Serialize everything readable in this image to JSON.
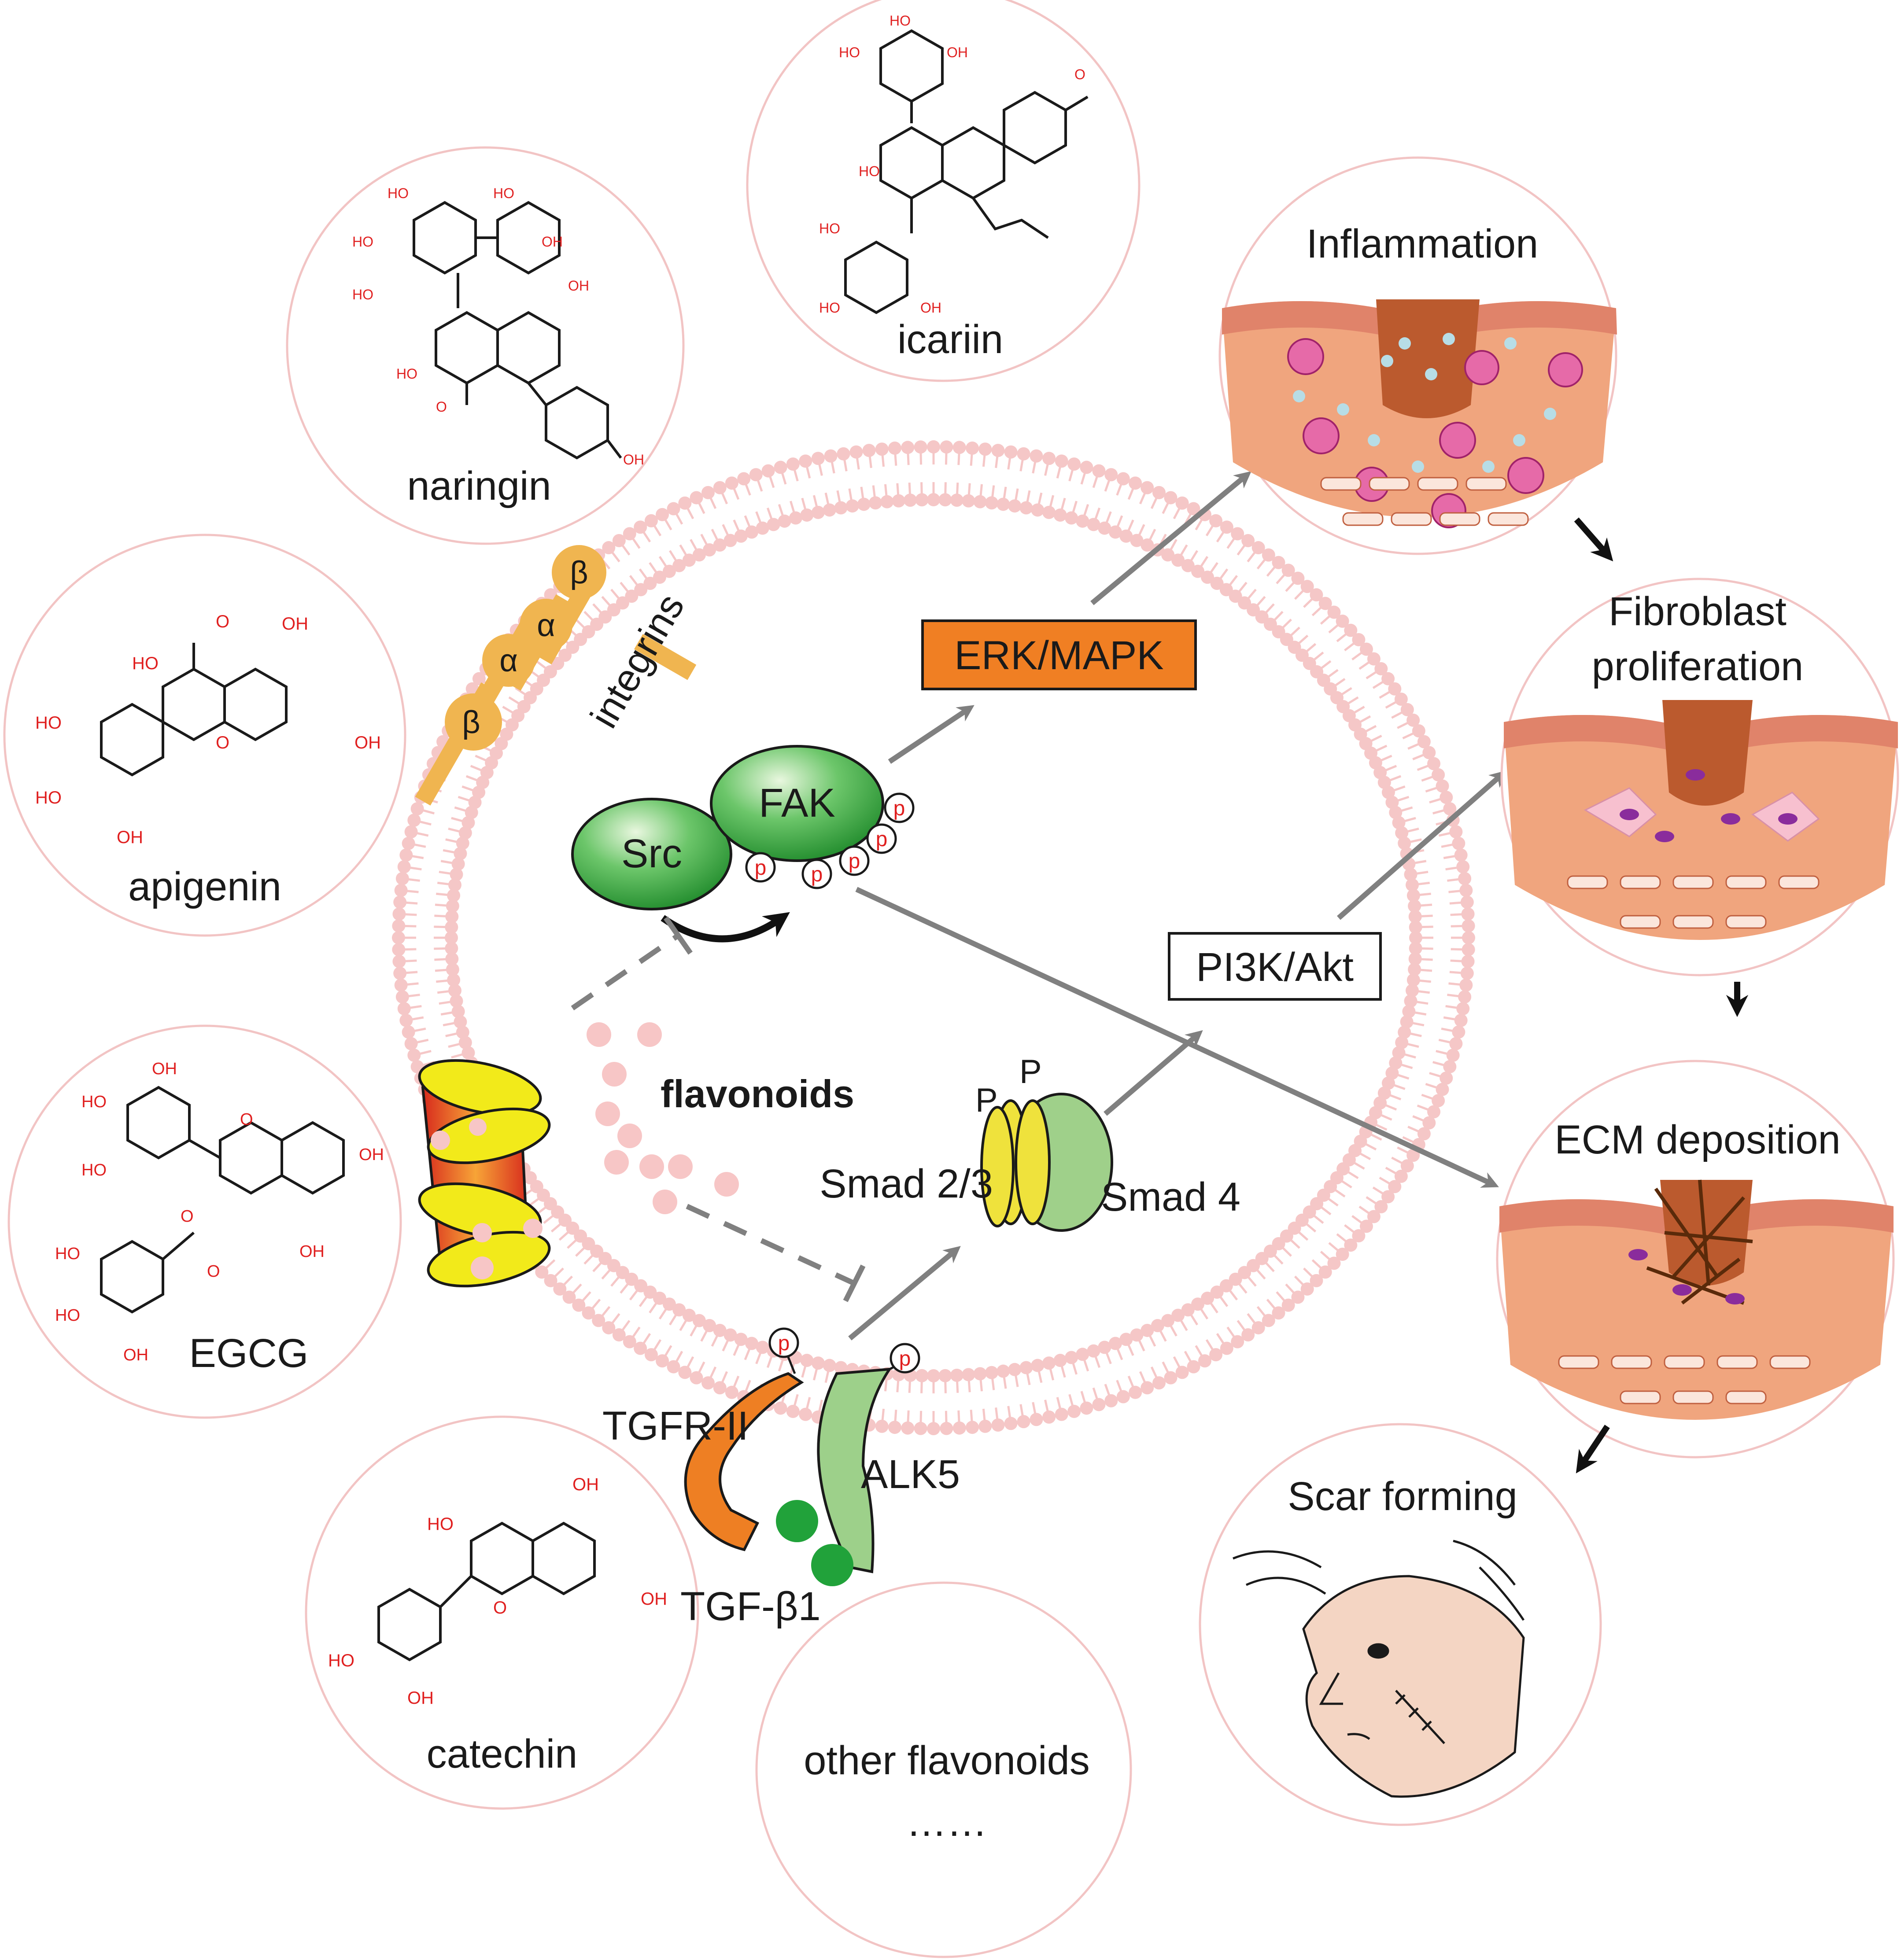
{
  "compounds": {
    "naringin": "naringin",
    "icariin": "icariin",
    "apigenin": "apigenin",
    "egcg": "EGCG",
    "catechin": "catechin",
    "other": "other flavonoids",
    "other_ellipsis": "……"
  },
  "membrane": {
    "integrins": "integrins",
    "beta": "β",
    "alpha": "α",
    "src": "Src",
    "fak": "FAK",
    "p": "p",
    "flavonoids": "flavonoids",
    "tgfr2": "TGFR-II",
    "alk5": "ALK5",
    "tgfb1": "TGF-β1",
    "smad23": "Smad 2/3",
    "smad4": "Smad 4",
    "P": "P"
  },
  "pathways": {
    "erk": "ERK/MAPK",
    "pi3k": "PI3K/Akt"
  },
  "stages": {
    "inflammation": "Inflammation",
    "fibroblast_1": "Fibroblast",
    "fibroblast_2": "proliferation",
    "ecm": "ECM deposition",
    "scar": "Scar forming"
  },
  "chem_labels": {
    "ho": "HO",
    "oh": "OH",
    "o": "O"
  },
  "colors": {
    "circle_outline": "#f2c4c4",
    "lipid": "#f5c7c7",
    "integrin": "#f0b550",
    "src_fak": "#3ea83e",
    "erk_fill": "#f07f23",
    "tgfr_fill": "#ee7f23",
    "alk5_fill": "#9dd08a",
    "tgf_ball": "#21a23a",
    "smad_yellow": "#efe23c",
    "smad4": "#9fd08a",
    "skin": "#f0a57e",
    "arrow_gray": "#808080",
    "chem_red": "#e02020"
  }
}
